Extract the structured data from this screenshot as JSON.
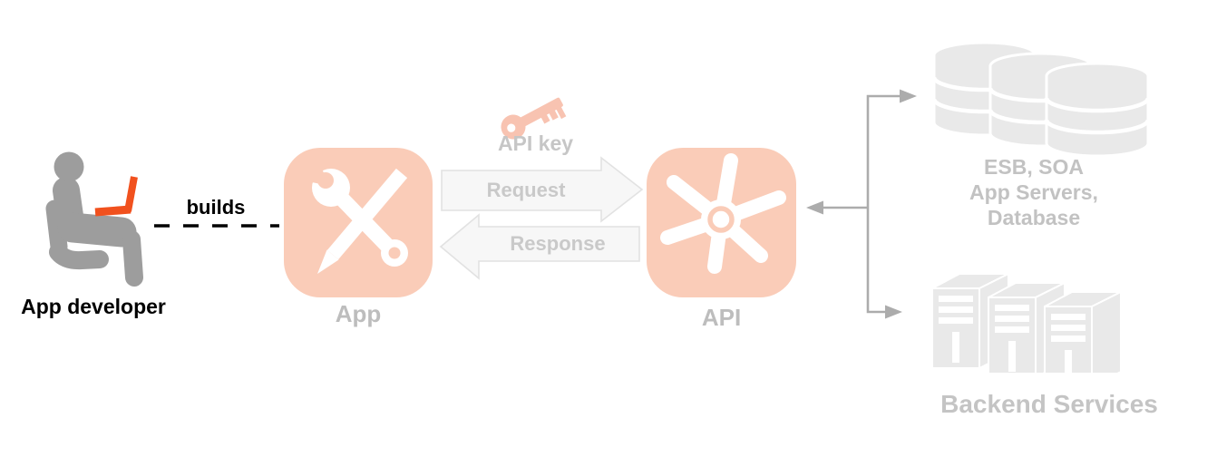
{
  "labels": {
    "developer": "App developer",
    "builds": "builds",
    "app": "App",
    "api_key": "API key",
    "request": "Request",
    "response": "Response",
    "api": "API",
    "esb_line1": "ESB, SOA",
    "esb_line2": "App Servers,",
    "esb_line3": "Database",
    "backend": "Backend Services"
  },
  "icons": {
    "developer": "person-with-laptop-icon",
    "app": "wrench-pencil-icon",
    "api_key": "key-icon",
    "api": "pinwheel-gear-icon",
    "esb": "database-cylinders-icon",
    "backend": "server-towers-icon"
  },
  "colors": {
    "chip_salmon": "#FACCB8",
    "laptop_orange": "#F1511E",
    "person_gray": "#9D9D9D",
    "faded_label_gray": "#C2C2C2",
    "chip_label_gray": "#BDBDBD",
    "black_text": "#000000",
    "flow_arrow_fill": "#F7F7F7",
    "flow_arrow_border": "#E2E2E2",
    "connector_gray": "#ACACAC",
    "asset_gray": "#E9E9E9"
  }
}
